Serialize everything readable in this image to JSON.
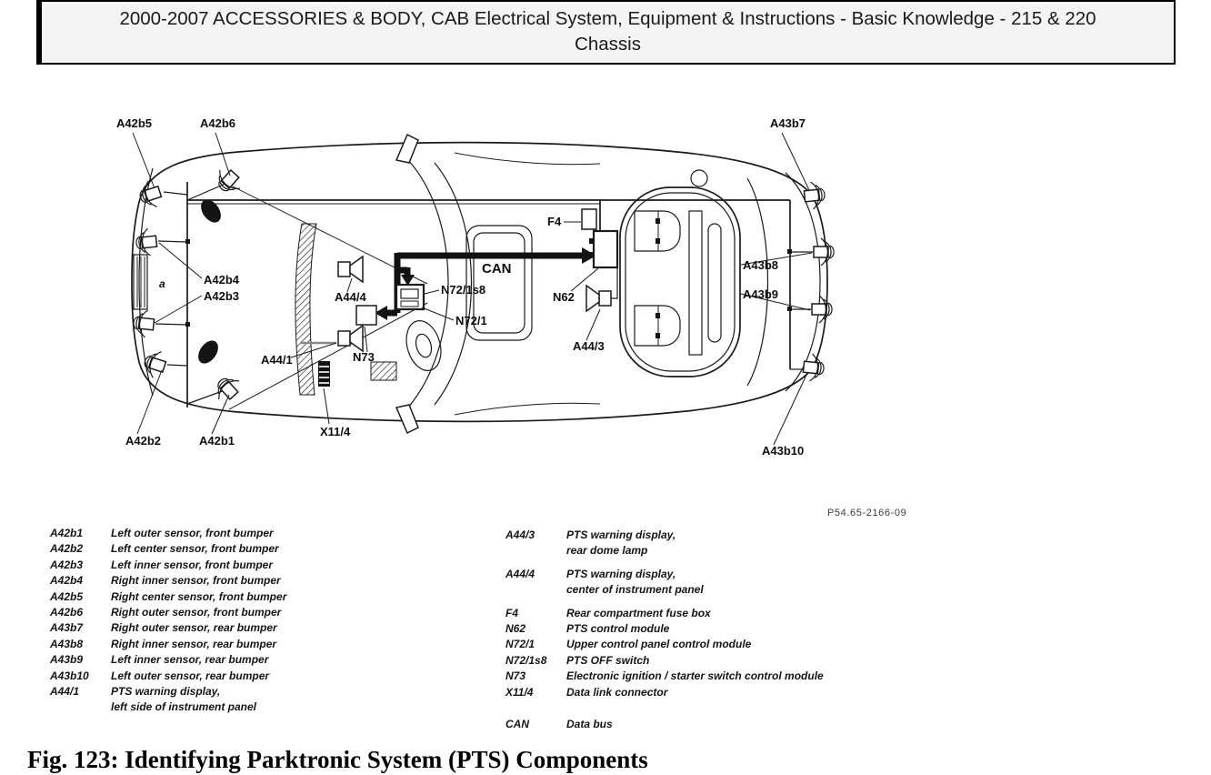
{
  "colors": {
    "ink": "#1a1a1a",
    "header_bg": "#f4f4f4",
    "page_bg": "#ffffff"
  },
  "header": {
    "title_line1": "2000-2007 ACCESSORIES & BODY, CAB Electrical System, Equipment & Instructions - Basic Knowledge - 215 & 220",
    "title_line2": "Chassis"
  },
  "diagram": {
    "labels": {
      "a42b1": "A42b1",
      "a42b2": "A42b2",
      "a42b3": "A42b3",
      "a42b4": "A42b4",
      "a42b5": "A42b5",
      "a42b6": "A42b6",
      "a43b7": "A43b7",
      "a43b8": "A43b8",
      "a43b9": "A43b9",
      "a43b10": "A43b10",
      "a44_1": "A44/1",
      "a44_3": "A44/3",
      "a44_4": "A44/4",
      "f4": "F4",
      "n62": "N62",
      "n72_1": "N72/1",
      "n72_1s8": "N72/1s8",
      "n73": "N73",
      "x11_4": "X11/4",
      "can": "CAN",
      "a": "a",
      "part_number": "P54.65-2166-09"
    }
  },
  "legend": {
    "left": [
      {
        "code": "A42b1",
        "line1": "Left outer sensor, front bumper"
      },
      {
        "code": "A42b2",
        "line1": "Left center sensor, front bumper"
      },
      {
        "code": "A42b3",
        "line1": "Left inner sensor, front bumper"
      },
      {
        "code": "A42b4",
        "line1": "Right inner sensor, front bumper"
      },
      {
        "code": "A42b5",
        "line1": "Right center sensor, front bumper"
      },
      {
        "code": "A42b6",
        "line1": "Right outer sensor, front bumper"
      },
      {
        "code": "A43b7",
        "line1": "Right outer sensor, rear bumper"
      },
      {
        "code": "A43b8",
        "line1": "Right inner sensor, rear bumper"
      },
      {
        "code": "A43b9",
        "line1": "Left inner sensor, rear bumper"
      },
      {
        "code": "A43b10",
        "line1": "Left outer sensor, rear bumper"
      },
      {
        "code": "A44/1",
        "line1": "PTS warning display,",
        "line2": "left side of instrument panel"
      }
    ],
    "right": [
      {
        "code": "A44/3",
        "line1": "PTS warning display,",
        "line2": "rear dome lamp"
      },
      {
        "code": "A44/4",
        "line1": "PTS warning display,",
        "line2": "center of instrument panel"
      },
      {
        "code": "F4",
        "line1": "Rear compartment fuse box"
      },
      {
        "code": "N62",
        "line1": "PTS control module"
      },
      {
        "code": "N72/1",
        "line1": "Upper control panel control module"
      },
      {
        "code": "N72/1s8",
        "line1": "PTS OFF switch"
      },
      {
        "code": "N73",
        "line1": "Electronic ignition / starter switch control module"
      },
      {
        "code": "X11/4",
        "line1": "Data link connector"
      },
      {
        "code": "CAN",
        "line1": "Data bus"
      }
    ]
  },
  "caption": "Fig. 123: Identifying Parktronic System (PTS) Components"
}
